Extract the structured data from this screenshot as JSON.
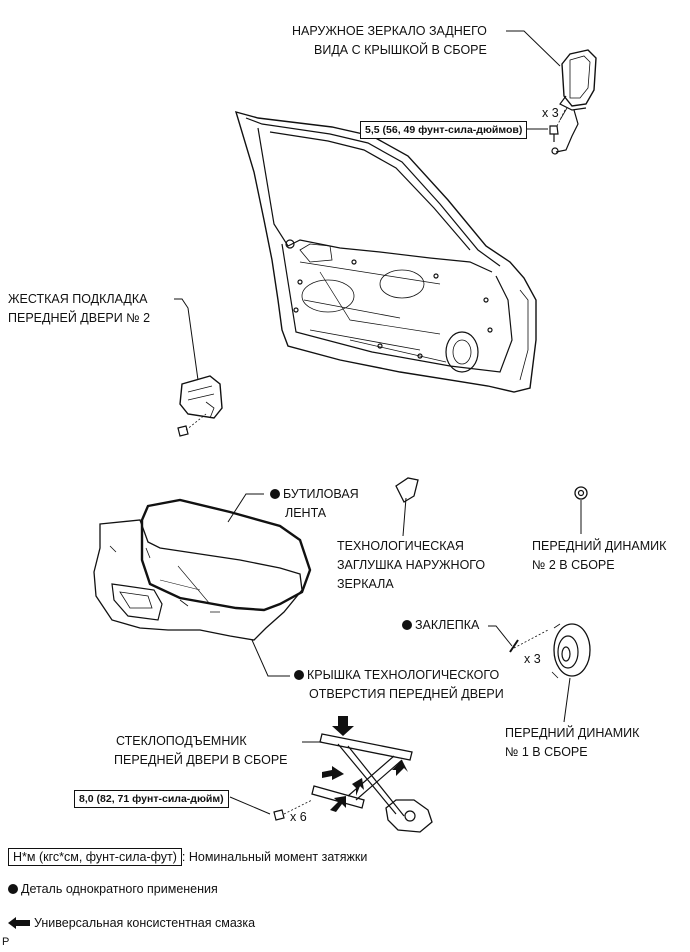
{
  "labels": {
    "mirror": [
      "НАРУЖНОЕ ЗЕРКАЛО ЗАДНЕГО",
      "ВИДА С КРЫШКОЙ В СБОРЕ"
    ],
    "pad": [
      "ЖЕСТКАЯ ПОДКЛАДКА",
      "ПЕРЕДНЕЙ ДВЕРИ № 2"
    ],
    "butyl": [
      "БУТИЛОВАЯ",
      "ЛЕНТА"
    ],
    "plug": [
      "ТЕХНОЛОГИЧЕСКАЯ",
      "ЗАГЛУШКА НАРУЖНОГО",
      "ЗЕРКАЛА"
    ],
    "speaker2": [
      "ПЕРЕДНИЙ ДИНАМИК",
      "№ 2 В СБОРЕ"
    ],
    "rivet": [
      "ЗАКЛЕПКА"
    ],
    "cover": [
      "КРЫШКА ТЕХНОЛОГИЧЕСКОГО",
      "ОТВЕРСТИЯ ПЕРЕДНЕЙ ДВЕРИ"
    ],
    "speaker1": [
      "ПЕРЕДНИЙ ДИНАМИК",
      "№ 1 В СБОРЕ"
    ],
    "regulator": [
      "СТЕКЛОПОДЪЕМНИК",
      "ПЕРЕДНЕЙ ДВЕРИ В СБОРЕ"
    ]
  },
  "torque": {
    "mirror": "5,5 (56, 49 фунт-сила-дюймов)",
    "regulator": "8,0 (82, 71 фунт-сила-дюйм)"
  },
  "counts": {
    "mirror": "x 3",
    "rivet": "x 3",
    "regulator": "x 6"
  },
  "legend": {
    "torque_box": "Н*м (кгс*см, фунт-сила-фут)",
    "torque_desc": ": Номинальный момент затяжки",
    "single_use": "Деталь однократного применения",
    "grease": "Универсальная консистентная смазка"
  },
  "corner_mark": "P",
  "colors": {
    "line": "#111111",
    "background": "#ffffff"
  }
}
